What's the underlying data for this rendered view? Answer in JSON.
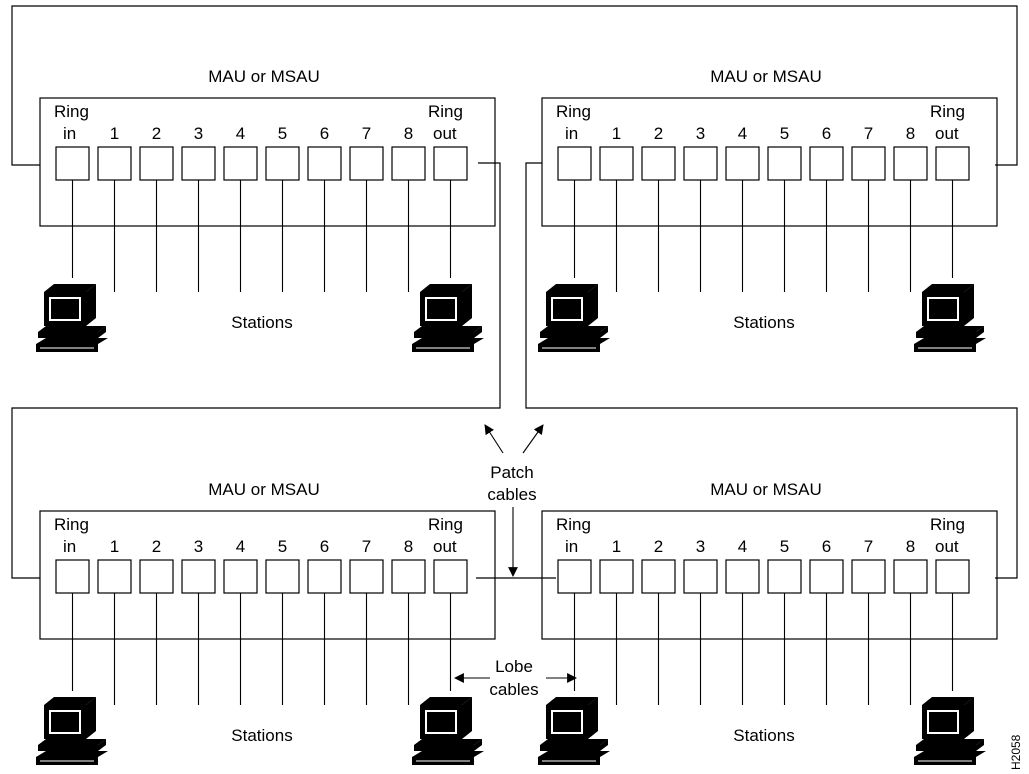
{
  "figure_id": "H2058",
  "mau_label": "MAU or MSAU",
  "ring_in": [
    "Ring",
    "in"
  ],
  "ring_out": [
    "Ring",
    "out"
  ],
  "port_labels": [
    "1",
    "2",
    "3",
    "4",
    "5",
    "6",
    "7",
    "8"
  ],
  "stations_label": "Stations",
  "patch_cables_label": [
    "Patch",
    "cables"
  ],
  "lobe_cables_label": [
    "Lobe",
    "cables"
  ],
  "units": [
    {
      "id": "top-left"
    },
    {
      "id": "top-right"
    },
    {
      "id": "bottom-left"
    },
    {
      "id": "bottom-right"
    }
  ]
}
